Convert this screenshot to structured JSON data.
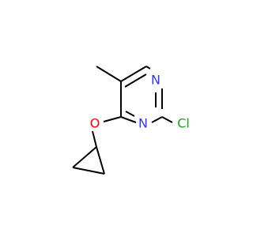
{
  "molecule": {
    "atoms": {
      "n_top": {
        "symbol": "N",
        "color": "#3333ff"
      },
      "n_bottom": {
        "symbol": "N",
        "color": "#3333ff"
      },
      "oxygen": {
        "symbol": "O",
        "color": "#ff0000"
      },
      "chlorine": {
        "symbol": "Cl",
        "color": "#1fa01f"
      }
    },
    "bond_color": "#000000"
  }
}
